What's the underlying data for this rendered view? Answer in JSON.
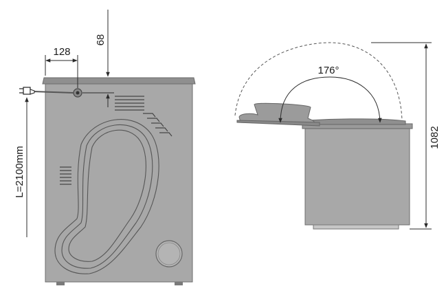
{
  "front_view": {
    "dim_width": "128",
    "dim_height_offset": "68",
    "cable_length": "L=2100mm"
  },
  "side_view": {
    "lid_angle": "176°",
    "total_height": "1082"
  },
  "colors": {
    "body": "#a8a8a8",
    "top": "#8f8f8f",
    "outline": "#6c6c6c",
    "dimension": "#2a2a2a"
  }
}
